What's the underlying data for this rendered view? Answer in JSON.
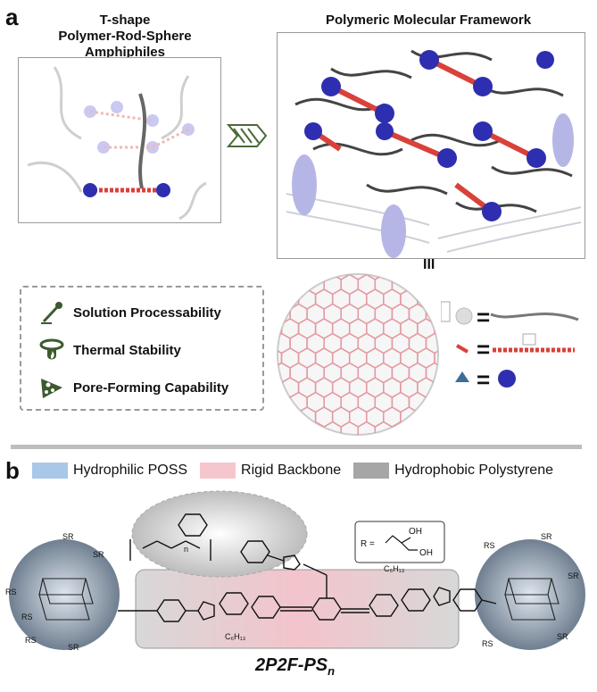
{
  "panel_a": {
    "letter": "a",
    "left_title": [
      "T-shape",
      "Polymer-Rod-Sphere",
      "Amphiphiles"
    ],
    "right_title": "Polymeric Molecular Framework",
    "equiv_symbol": "III",
    "properties": [
      {
        "icon": "pipette-icon",
        "label": "Solution Processability"
      },
      {
        "icon": "flame-icon",
        "label": "Thermal Stability"
      },
      {
        "icon": "porous-wedge-icon",
        "label": "Pore-Forming Capability"
      }
    ],
    "equals": "="
  },
  "panel_b": {
    "letter": "b",
    "legend": [
      {
        "label": "Hydrophilic POSS",
        "color": "#a9c8e8"
      },
      {
        "label": "Rigid Backbone",
        "color": "#f6c6cd"
      },
      {
        "label": "Hydrophobic Polystyrene",
        "color": "#a6a6a6"
      }
    ],
    "r_group": "R =",
    "oh": "OH",
    "sr": "SR",
    "rs": "RS",
    "n": "n",
    "subst": "C₆H₁₃",
    "molecule_label": "2P2F-PS",
    "molecule_sub": "n"
  },
  "colors": {
    "blue": "#3a3ab8",
    "red": "#d9413a",
    "gray": "#555555"
  }
}
